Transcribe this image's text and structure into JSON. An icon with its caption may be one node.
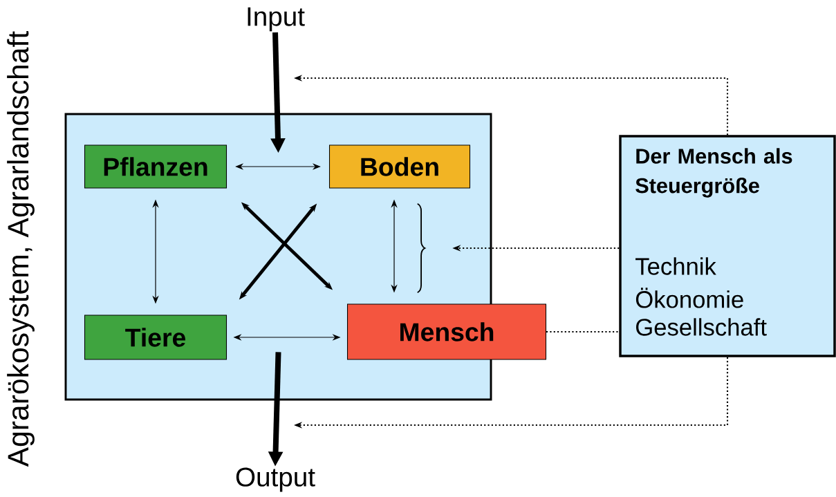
{
  "diagram": {
    "nodes": [
      {
        "text": [],
        "shape": "box"
      },
      {
        "text": [
          "Pflanzen"
        ],
        "in": 0
      },
      {
        "text": [
          "Boden"
        ],
        "in": 0
      },
      {
        "text": [
          "Tiere"
        ],
        "in": 0
      },
      {
        "text": [
          "Mensch"
        ]
      },
      {
        "text": [
          "Der Mensch als Steuergröße",
          "Technik",
          "Ökonomie",
          "Gesellschaft"
        ]
      },
      {
        "text": [
          "Input"
        ]
      },
      {
        "text": [
          "Output"
        ]
      },
      {
        "text": [],
        "shape": "brace",
        "in": 0
      }
    ],
    "edges": [
      {
        "from": 6,
        "to": 0,
        "arrow": "to",
        "style": "thick"
      },
      {
        "from": 0,
        "to": 7,
        "arrow": "to",
        "style": "thick"
      },
      {
        "from": 1,
        "to": 2,
        "arrow": "both"
      },
      {
        "from": 1,
        "to": 3,
        "arrow": "both"
      },
      {
        "from": 2,
        "to": 4,
        "arrow": "both"
      },
      {
        "from": 3,
        "to": 4,
        "arrow": "both"
      },
      {
        "from": 1,
        "to": 4,
        "arrow": "both",
        "style": "thick"
      },
      {
        "from": 2,
        "to": 3,
        "arrow": "both",
        "style": "thick"
      },
      {
        "from": 5,
        "to": 8,
        "arrow": "to",
        "style": "dashed"
      },
      {
        "from": 4,
        "to": 5,
        "arrow": "none",
        "style": "dashed"
      },
      {
        "from": 5,
        "to": null,
        "arrow": "to",
        "style": "dashed"
      },
      {
        "from": 5,
        "to": null,
        "arrow": "to",
        "style": "dashed"
      }
    ],
    "labels": [
      "Agrarökosystem, Agrarlandschaft"
    ]
  }
}
